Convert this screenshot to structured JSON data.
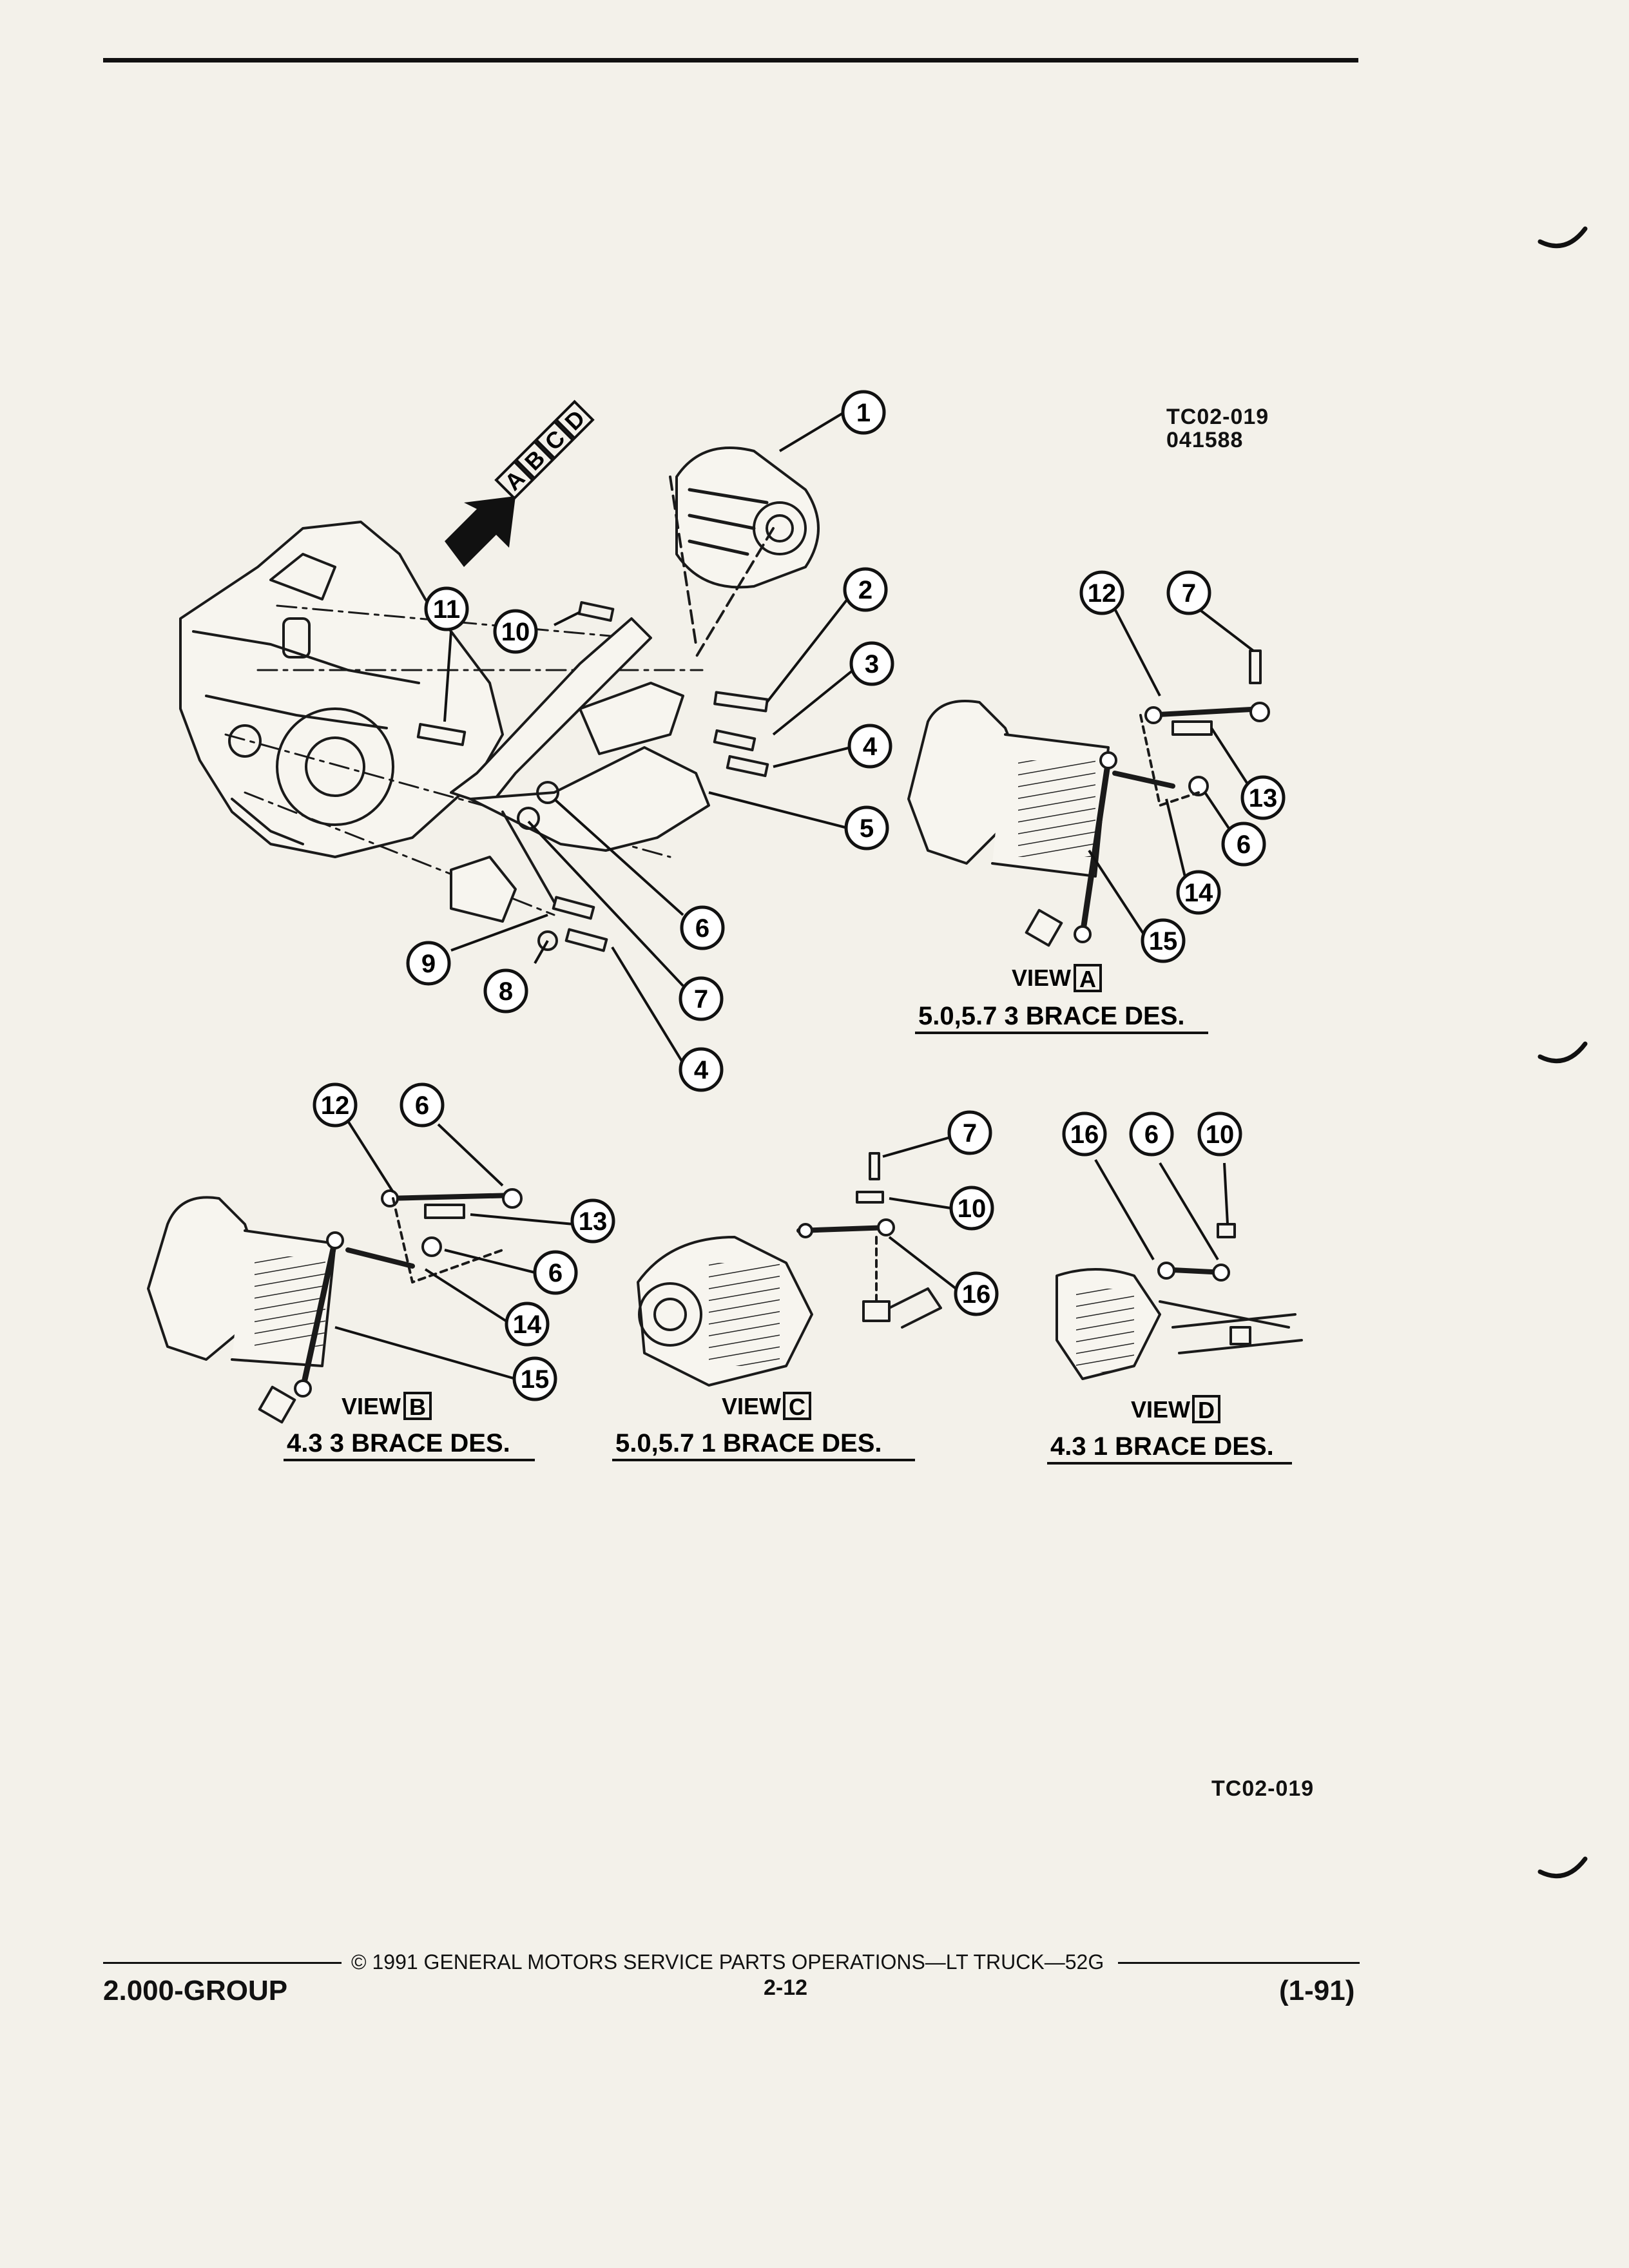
{
  "header": {
    "figure_code": "TC02-019",
    "figure_date": "041588"
  },
  "callouts": [
    "1",
    "2",
    "3",
    "4",
    "5",
    "6",
    "7",
    "8",
    "9",
    "10",
    "11",
    "12",
    "13",
    "14",
    "15",
    "16"
  ],
  "main_view_tags": [
    "A",
    "B",
    "C",
    "D"
  ],
  "views": {
    "a": {
      "label": "VIEW",
      "letter": "A",
      "title": "5.0,5.7 3 BRACE DES."
    },
    "b": {
      "label": "VIEW",
      "letter": "B",
      "title": "4.3 3 BRACE DES."
    },
    "c": {
      "label": "VIEW",
      "letter": "C",
      "title": "5.0,5.7 1 BRACE DES."
    },
    "d": {
      "label": "VIEW",
      "letter": "D",
      "title": "4.3 1 BRACE DES."
    }
  },
  "bottom_code": "TC02-019",
  "footer": {
    "copyright": "© 1991 GENERAL MOTORS SERVICE PARTS OPERATIONS—LT TRUCK—52G",
    "group": "2.000-GROUP",
    "page": "2-12",
    "revision": "(1-91)"
  }
}
